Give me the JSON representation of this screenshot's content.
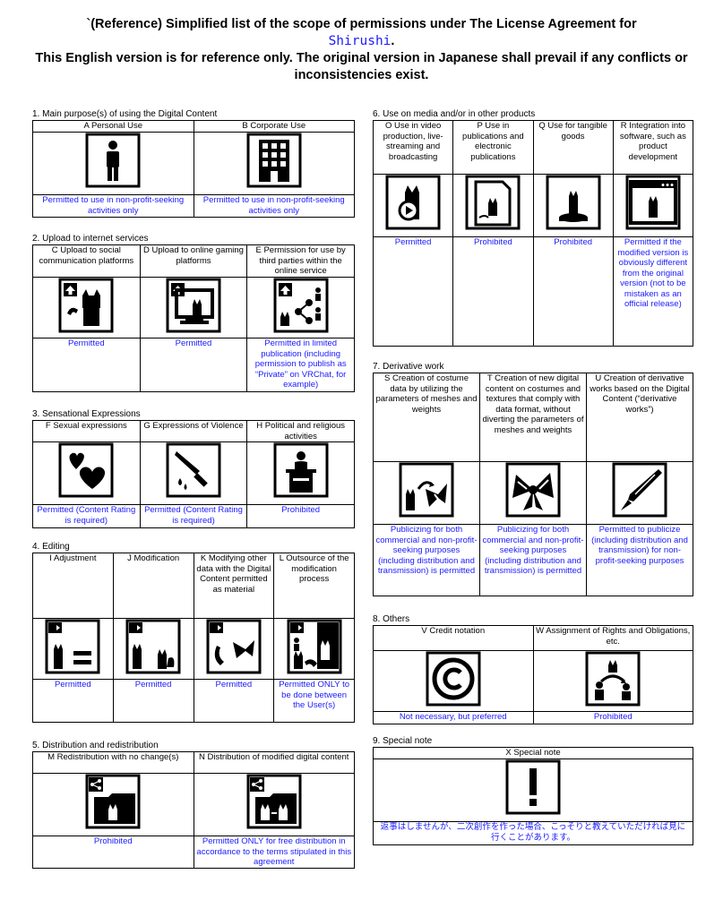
{
  "header": {
    "line1": "`(Reference) Simplified list of the scope of permissions under The License Agreement for",
    "product_name": "Shirushi",
    "product_suffix": ".",
    "line3": "This English version is for reference only. The original version in Japanese shall prevail if any conflicts or",
    "line4": "inconsistencies exist."
  },
  "sections": {
    "s1": {
      "title": "1. Main purpose(s) of using the Digital Content",
      "items": [
        {
          "label": "A Personal Use",
          "icon": "person-icon",
          "status": "Permitted to use in non-profit-seeking activities only"
        },
        {
          "label": "B  Corporate Use",
          "icon": "building-icon",
          "status": "Permitted to use in non-profit-seeking activities only"
        }
      ]
    },
    "s2": {
      "title": "2. Upload to internet services",
      "items": [
        {
          "label": "C Upload to social communication platforms",
          "icon": "upload-avatar-icon",
          "status": "Permitted"
        },
        {
          "label": "D Upload to online gaming platforms",
          "icon": "upload-monitor-icon",
          "status": "Permitted"
        },
        {
          "label": "E Permission for use by third parties within the online service",
          "icon": "share-users-icon",
          "status": "Permitted in limited publication (including permission to publish as “Private” on VRChat, for example)"
        }
      ]
    },
    "s3": {
      "title": "3. Sensational Expressions",
      "items": [
        {
          "label": "F Sexual expressions",
          "icon": "hearts-icon",
          "status": "Permitted (Content Rating is required)"
        },
        {
          "label": "G Expressions of Violence",
          "icon": "knife-icon",
          "status": "Permitted (Content Rating is required)"
        },
        {
          "label": "H Political and religious activities",
          "icon": "podium-icon",
          "status": "Prohibited"
        }
      ]
    },
    "s4": {
      "title": "4. Editing",
      "items": [
        {
          "label": "I Adjustment",
          "icon": "adjust-icon",
          "status": "Permitted"
        },
        {
          "label": "J Modification",
          "icon": "modify-icon",
          "status": "Permitted"
        },
        {
          "label": "K Modifying other data with the Digital Content permitted as material",
          "icon": "material-icon",
          "status": "Permitted"
        },
        {
          "label": "L Outsource of the modification process",
          "icon": "outsource-icon",
          "status": "Permitted ONLY to be done between the User(s)"
        }
      ]
    },
    "s5": {
      "title": "5. Distribution and redistribution",
      "items": [
        {
          "label": "M Redistribution with no change(s)",
          "icon": "redistribute-icon",
          "status": "Prohibited"
        },
        {
          "label": "N Distribution of modified digital content",
          "icon": "distribute-modified-icon",
          "status": "Permitted ONLY for free distribution in accordance to the terms stipulated in this agreement"
        }
      ]
    },
    "s6": {
      "title": "6. Use on media and/or in other products",
      "items": [
        {
          "label": "O Use in video production, live-streaming and broadcasting",
          "icon": "video-play-icon",
          "status": "Permitted"
        },
        {
          "label": "P Use in publications and electronic publications",
          "icon": "document-icon",
          "status": "Prohibited"
        },
        {
          "label": "Q Use for tangible goods",
          "icon": "figure-icon",
          "status": "Prohibited"
        },
        {
          "label": "R Integration into software, such as product development",
          "icon": "app-window-icon",
          "status": "Permitted if the modified version is obviously different from the original version (not to be mistaken as an official release)"
        }
      ]
    },
    "s7": {
      "title": "7. Derivative work",
      "items": [
        {
          "label": "S Creation of costume data by utilizing the parameters of meshes and weights",
          "icon": "costume-mesh-icon",
          "status": "Publicizing for both commercial and non-profit-seeking purposes (including distribution and transmission) is permitted"
        },
        {
          "label": "T Creation of new digital content on costumes and textures that comply with data format, without diverting the parameters of meshes and weights",
          "icon": "bow-icon",
          "status": "Publicizing for both commercial and non-profit-seeking purposes (including distribution and transmission) is permitted"
        },
        {
          "label": "U Creation of derivative works based on the Digital Content (“derivative works”)",
          "icon": "pen-icon",
          "status": "Permitted to publicize (including distribution and transmission) for non-profit-seeking purposes"
        }
      ]
    },
    "s8": {
      "title": "8. Others",
      "items": [
        {
          "label": "V Credit notation",
          "icon": "copyright-icon",
          "status": "Not necessary, but preferred"
        },
        {
          "label": "W Assignment of Rights and Obligations, etc.",
          "icon": "transfer-icon",
          "status": "Prohibited"
        }
      ]
    },
    "s9": {
      "title": "9. Special note",
      "label": "X Special note",
      "icon": "exclamation-icon",
      "note": "返事はしませんが、二次創作を作った場合、こっそりと教えていただければ見に行くことがあります。"
    }
  }
}
